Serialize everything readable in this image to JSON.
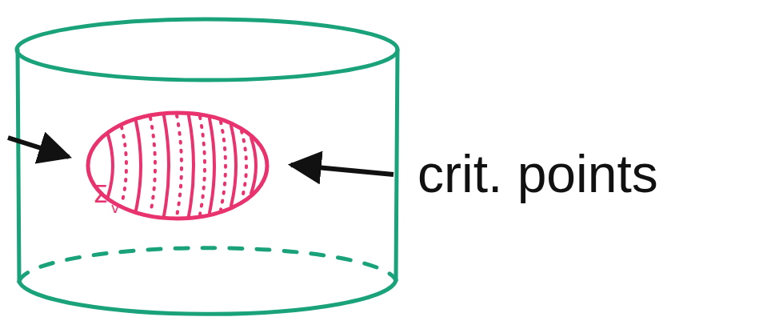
{
  "diagram": {
    "labels": [
      "Σ",
      "v",
      "crit. points"
    ]
  }
}
